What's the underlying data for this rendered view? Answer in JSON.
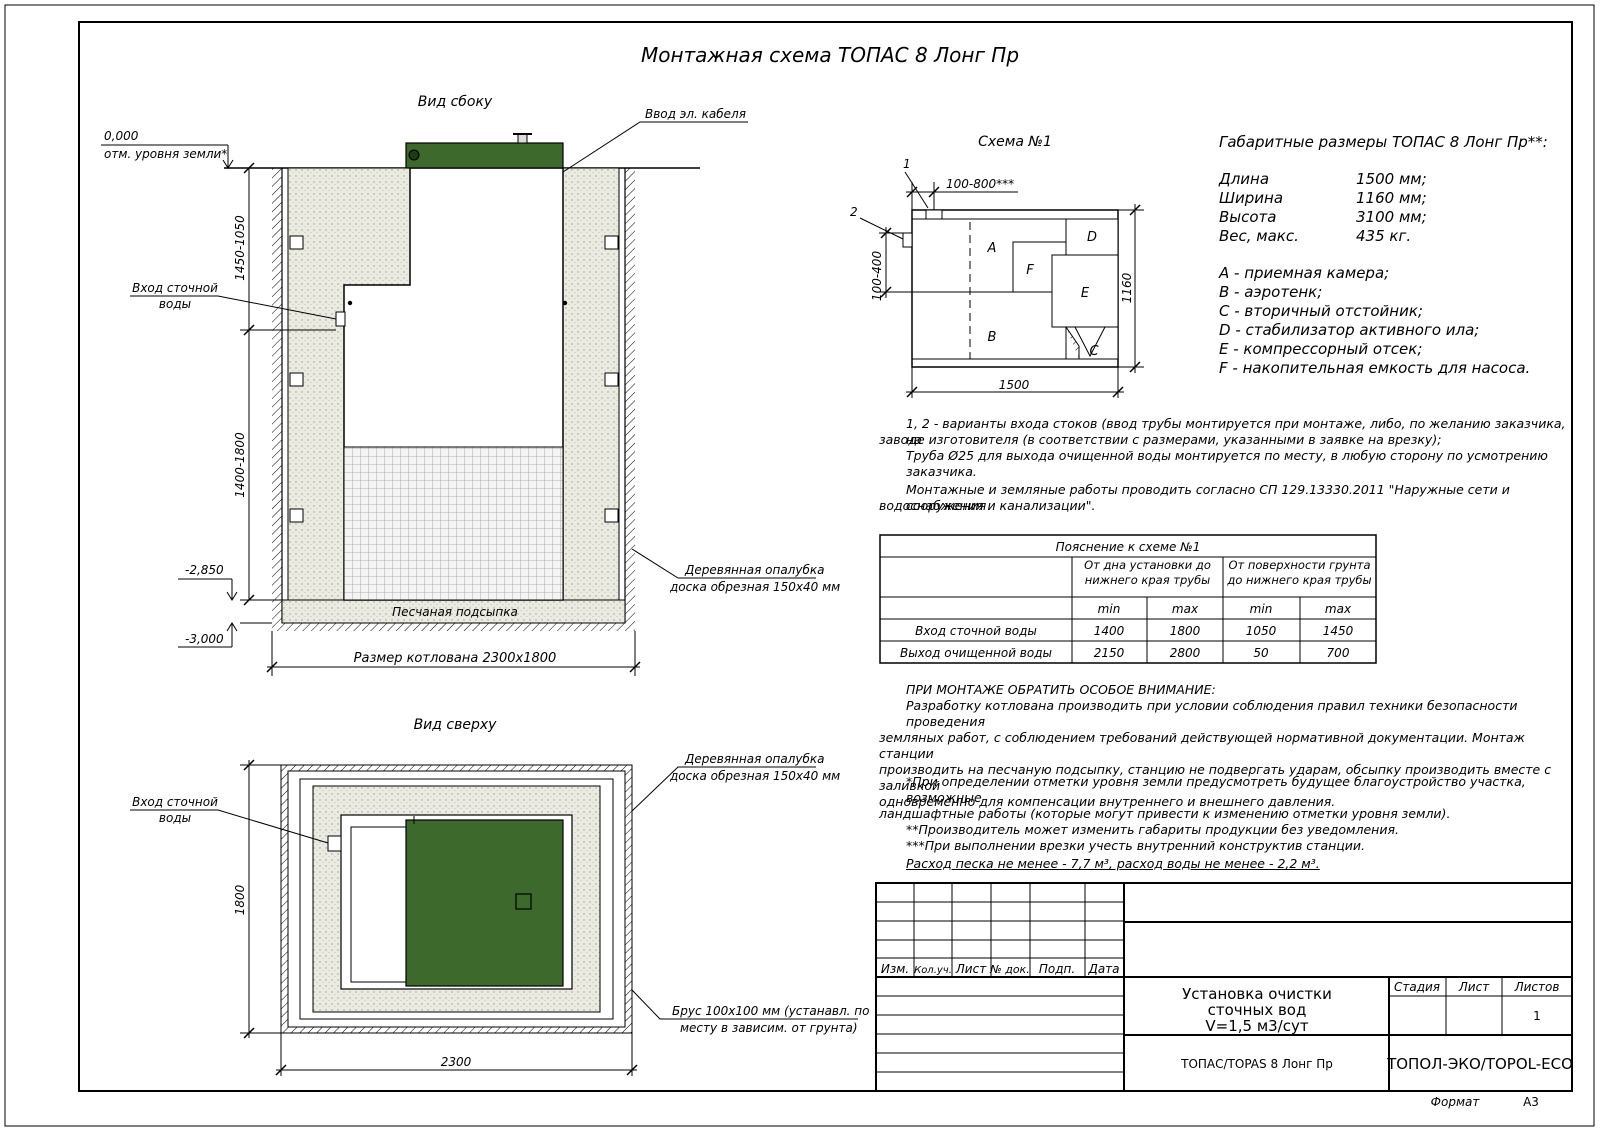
{
  "title": "Монтажная схема ТОПАС 8 Лонг Пр",
  "side_view": {
    "title": "Вид сбоку",
    "level_zero": "0,000",
    "level_zero_note": "отм. уровня земли*",
    "cable_label": "Ввод эл. кабеля",
    "inlet_label_1": "Вход сточной",
    "inlet_label_2": "воды",
    "dim_upper": "1450-1050",
    "dim_lower": "1400-1800",
    "level_2850": "-2,850",
    "level_3000": "-3,000",
    "formwork_1": "Деревянная опалубка",
    "formwork_2": "доска обрезная 150х40 мм",
    "sand": "Песчаная подсыпка",
    "pit_size": "Размер котлована 2300х1800"
  },
  "top_view": {
    "title": "Вид сверху",
    "inlet_label_1": "Вход сточной",
    "inlet_label_2": "воды",
    "formwork_1": "Деревянная опалубка",
    "formwork_2": "доска обрезная 150х40 мм",
    "beam_1": "Брус 100х100 мм (устанавл. по",
    "beam_2": "месту в зависим. от грунта)",
    "dim_height": "1800",
    "dim_width": "2300"
  },
  "scheme1": {
    "title": "Схема №1",
    "label_1": "1",
    "label_2": "2",
    "dim_top": "100-800***",
    "dim_left": "100-400",
    "dim_width": "1500",
    "dim_height": "1160",
    "zone_a": "A",
    "zone_b": "B",
    "zone_c": "C",
    "zone_d": "D",
    "zone_e": "E",
    "zone_f": "F"
  },
  "dimensions": {
    "title": "Габаритные размеры ТОПАС 8 Лонг Пр**:",
    "rows": [
      {
        "name": "Длина",
        "value": "1500 мм;"
      },
      {
        "name": "Ширина",
        "value": "1160 мм;"
      },
      {
        "name": "Высота",
        "value": "3100 мм;"
      },
      {
        "name": "Вес, макс.",
        "value": "435 кг."
      }
    ],
    "legend": [
      "A - приемная камера;",
      "B - аэротенк;",
      "C - вторичный отстойник;",
      "D - стабилизатор активного ила;",
      "E - компрессорный отсек;",
      "F - накопительная емкость для насоса."
    ]
  },
  "notes": {
    "p1_line1": "1, 2 - варианты входа  стоков (ввод трубы монтируется при монтаже, либо, по желанию заказчика, на",
    "p1_line2": "заводе изготовителя (в соответствии с размерами, указанными в заявке на врезку);",
    "p1_line3": "Труба Ø25 для выхода очищенной воды монтируется по месту, в любую сторону по усмотрению заказчика.",
    "p2_line1": "Монтажные и земляные работы проводить согласно СП 129.13330.2011 \"Наружные сети и сооружения",
    "p2_line2": "водоснабжения и канализации\"."
  },
  "table": {
    "title": "Пояснение к схеме №1",
    "col_group_1": "От дна установки до нижнего края трубы",
    "col_group_2": "От поверхности грунта до нижнего края трубы",
    "sub_headers": [
      "min",
      "max",
      "min",
      "max"
    ],
    "rows": [
      {
        "label": "Вход сточной воды",
        "values": [
          "1400",
          "1800",
          "1050",
          "1450"
        ]
      },
      {
        "label": "Выход очищенной воды",
        "values": [
          "2150",
          "2800",
          "50",
          "700"
        ]
      }
    ]
  },
  "attention": {
    "heading": "ПРИ МОНТАЖЕ ОБРАТИТЬ ОСОБОЕ ВНИМАНИЕ:",
    "line1": "Разработку котлована производить при условии соблюдения правил техники безопасности проведения",
    "line2": "земляных работ, с соблюдением требований действующей нормативной документации. Монтаж станции",
    "line3": "производить на песчаную подсыпку, станцию не подвергать ударам, обсыпку производить вместе с заливкой",
    "line4": "одновременно для компенсации внутреннего и внешнего давления.",
    "fn1_line1": "*При определении отметки уровня земли предусмотреть будущее благоустройство участка, возможные",
    "fn1_line2": "ландшафтные работы (которые могут привести к изменению отметки уровня земли).",
    "fn2": "**Производитель может изменить габариты продукции без уведомления.",
    "fn3": "***При выполнении врезки учесть внутренний конструктив станции.",
    "consumption": "Расход песка не менее - 7,7 м³, расход воды не менее - 2,2 м³."
  },
  "title_block": {
    "headers": [
      "Изм.",
      "Кол.уч.",
      "Лист",
      "№ док.",
      "Подп.",
      "Дата"
    ],
    "name_line1": "Установка очистки",
    "name_line2": "сточных вод",
    "name_line3": "V=1,5 м3/сут",
    "stage_label": "Стадия",
    "sheet_label": "Лист",
    "sheets_label": "Листов",
    "sheets_value": "1",
    "product": "ТОПАС/TOPAS 8 Лонг Пр",
    "company": "ТОПОЛ-ЭКО/TOPOL-ECO",
    "format_label": "Формат",
    "format_value": "А3"
  },
  "colors": {
    "tank_green": "#3d6a2c",
    "backfill": "#ecebe2",
    "line": "#000000"
  }
}
